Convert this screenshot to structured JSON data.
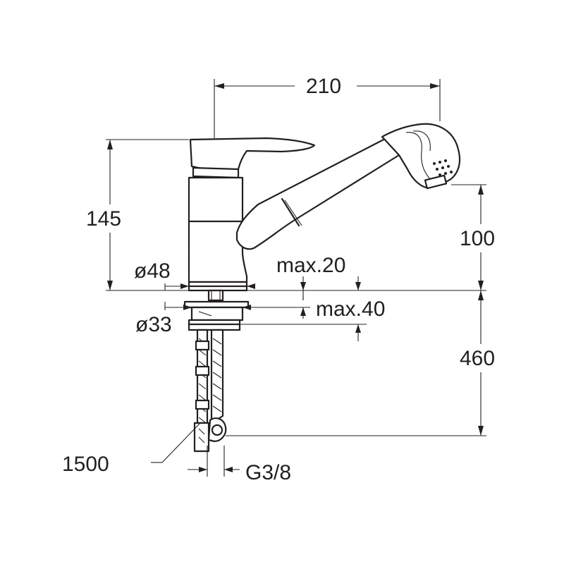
{
  "dimensions": {
    "width_total": "210",
    "height_body": "145",
    "height_spout": "100",
    "base_diameter": "ø48",
    "mount_diameter": "ø33",
    "max_thickness_1": "max.20",
    "max_thickness_2": "max.40",
    "hose_below": "460",
    "hose_length": "1500",
    "thread": "G3/8"
  },
  "colors": {
    "line": "#231f20",
    "background": "#ffffff"
  }
}
